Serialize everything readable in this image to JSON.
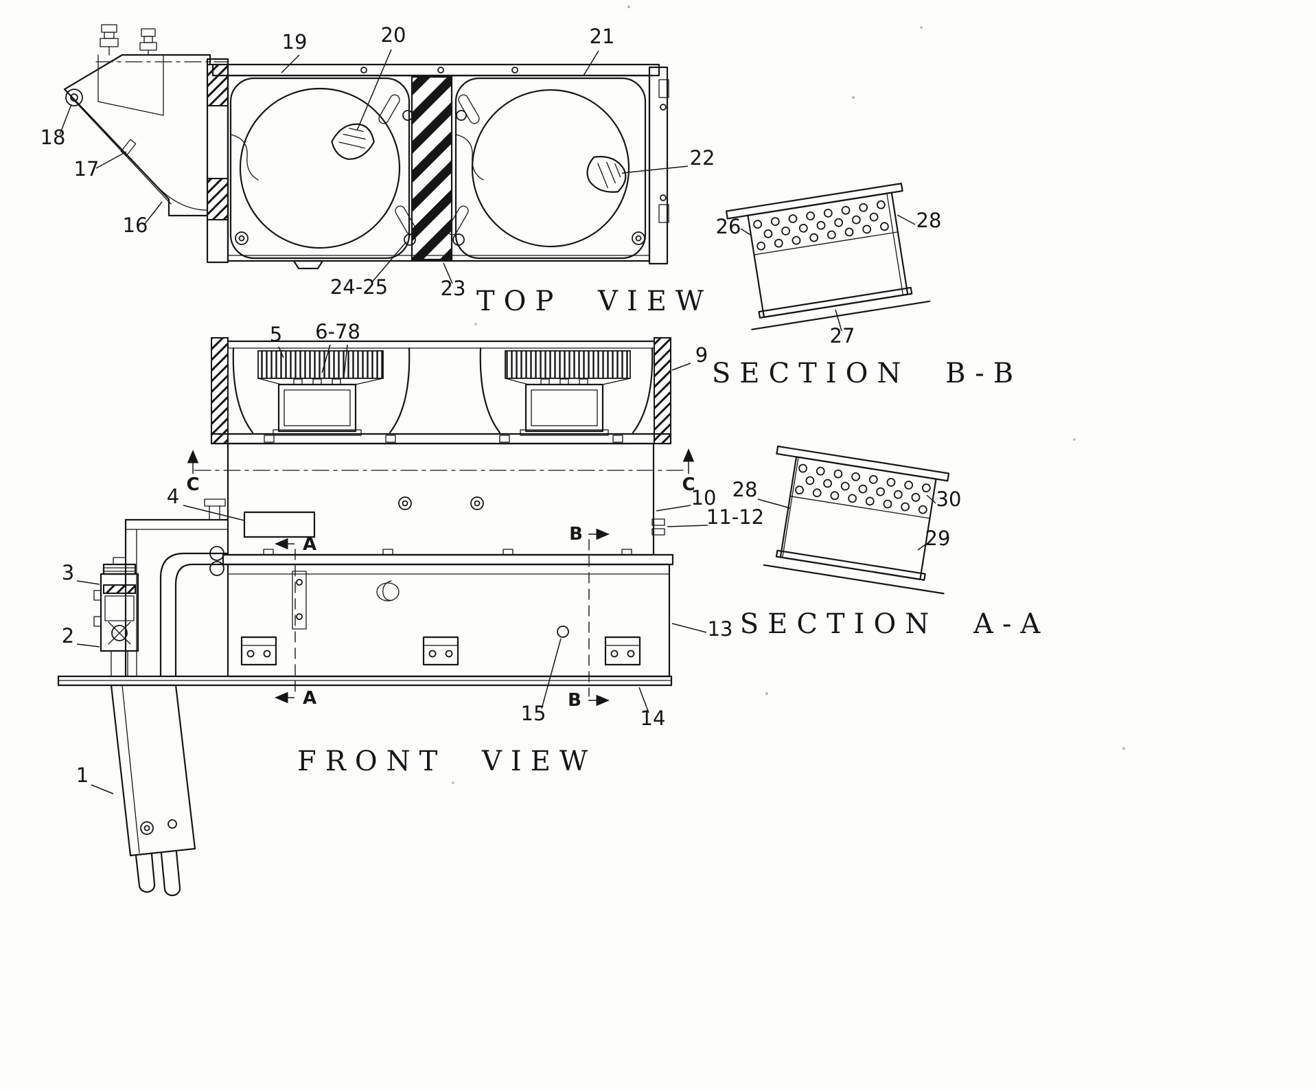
{
  "drawing": {
    "ink_color": "#161616",
    "background_color": "#fdfdfb",
    "titles": {
      "top_view": "TOP VIEW",
      "front_view": "FRONT VIEW",
      "section_bb": "SECTION B-B",
      "section_aa": "SECTION A-A"
    },
    "callouts": {
      "top_view": {
        "c16": "16",
        "c17": "17",
        "c18": "18",
        "c19": "19",
        "c20": "20",
        "c21": "21",
        "c22": "22",
        "c23": "23",
        "c24_25": "24-25"
      },
      "front_view": {
        "c1": "1",
        "c2": "2",
        "c3": "3",
        "c4": "4",
        "c5": "5",
        "c6_78": "6-78",
        "c9": "9",
        "c10": "10",
        "c11_12": "11-12",
        "c13": "13",
        "c14": "14",
        "c15": "15"
      },
      "section_bb": {
        "c26": "26",
        "c27": "27",
        "c28": "28"
      },
      "section_aa": {
        "c28": "28",
        "c29": "29",
        "c30": "30"
      }
    },
    "cut_labels": {
      "a": "A",
      "b": "B",
      "c": "C"
    }
  }
}
